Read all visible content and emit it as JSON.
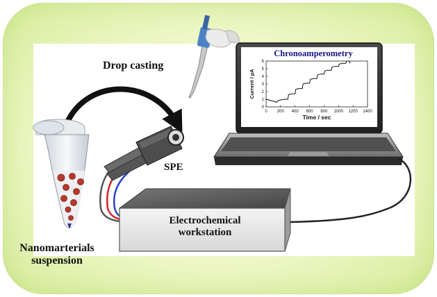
{
  "labels": {
    "drop_casting": "Drop casting",
    "spe": "SPE",
    "workstation": "Electrochemical workstation",
    "suspension_line1": "Nanomarterials",
    "suspension_line2": "suspension"
  },
  "colors": {
    "frame_fill": "#eef7c6",
    "frame_edge": "#d5ec9a",
    "laptop_body": "#3a3a3a",
    "workstation_top": "#5a5a5a",
    "particle": "#b8392a",
    "electrode": "#4d4d4d",
    "wire_red": "#d22",
    "wire_blue": "#2444c8"
  },
  "icons": {
    "pipette": "pipette-icon",
    "tube": "microcentrifuge-tube-icon",
    "electrode": "screen-printed-electrode-icon",
    "laptop": "laptop-icon",
    "workstation": "potentiostat-icon"
  },
  "chart_data": {
    "type": "line",
    "title": "Chronoamperometry",
    "xlabel": "Time / sec",
    "ylabel": "Current / µA",
    "xlim": [
      0,
      1400
    ],
    "ylim": [
      0,
      6
    ],
    "x_ticks": [
      "0",
      "200",
      "400",
      "600",
      "800",
      "1000",
      "1200",
      "1400"
    ],
    "y_ticks": [
      "0",
      "1",
      "2",
      "3",
      "4",
      "5",
      "6"
    ],
    "grid": false,
    "legend": "none",
    "series": [
      {
        "x": [
          0,
          150,
          160,
          200,
          250,
          300,
          310,
          350,
          400,
          410,
          450,
          500,
          510,
          550,
          600,
          610,
          650,
          700,
          710,
          750,
          800,
          810,
          850,
          900,
          910,
          950,
          1000,
          1010,
          1050,
          1100,
          1110,
          1150,
          1160
        ],
        "values": [
          1.0,
          0.6,
          0.8,
          0.9,
          1.0,
          1.0,
          1.6,
          1.7,
          1.7,
          2.3,
          2.4,
          2.4,
          3.0,
          3.1,
          3.1,
          3.6,
          3.7,
          3.7,
          4.2,
          4.3,
          4.3,
          4.7,
          4.8,
          4.8,
          5.2,
          5.3,
          5.3,
          5.6,
          5.7,
          5.7,
          6.0,
          6.0,
          5.7
        ]
      }
    ]
  }
}
